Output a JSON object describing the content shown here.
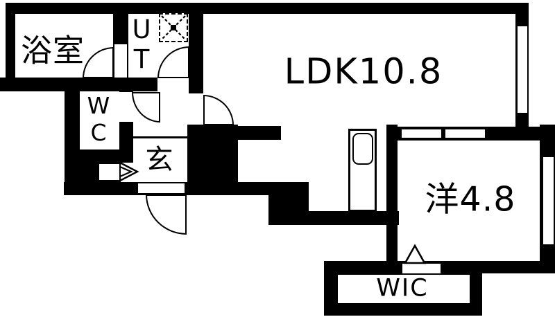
{
  "plan": {
    "colors": {
      "wall": "#000000",
      "floor": "#ffffff"
    },
    "rooms": {
      "bathroom": {
        "label": "浴室"
      },
      "utility": {
        "label": "UT"
      },
      "toilet": {
        "label": "WC"
      },
      "entrance": {
        "label": "玄"
      },
      "ldk": {
        "label": "LDK10.8"
      },
      "western_room": {
        "label": "洋4.8"
      },
      "walk_in_closet": {
        "label": "WIC"
      }
    },
    "symbols": {
      "washer_pan": "dashed-square-with-x",
      "kitchen_sink": "rounded-rect-in-counter",
      "bifold_door": "double-chevron",
      "wic_entry": "triangle-marker",
      "swing_doors": "quarter-circle-arc"
    }
  }
}
